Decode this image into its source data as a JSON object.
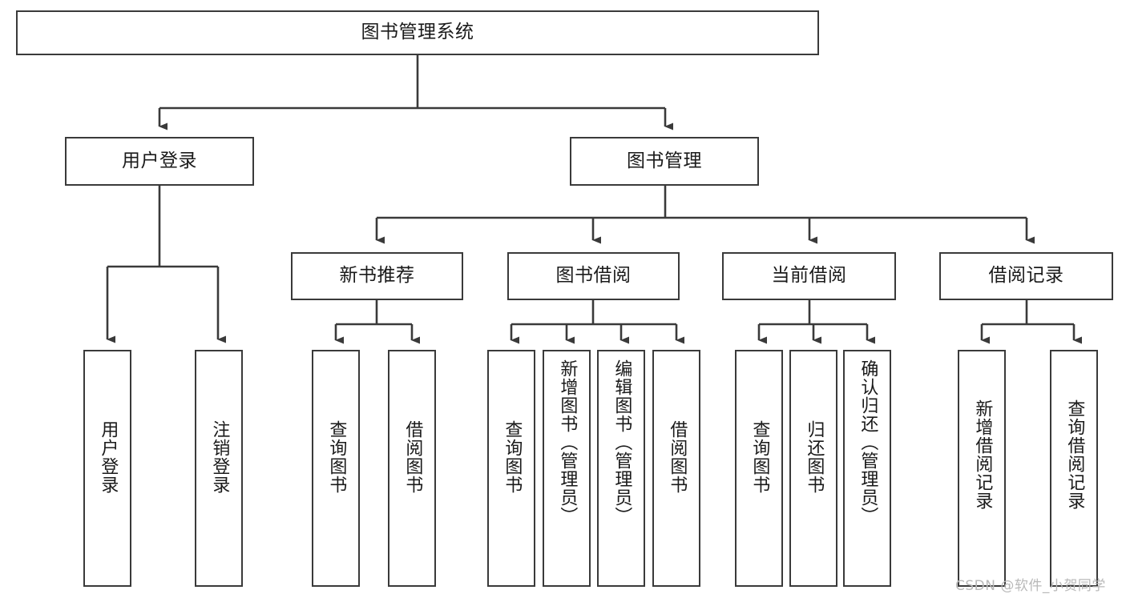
{
  "diagram": {
    "title": "图书管理系统",
    "type": "hierarchy-tree",
    "root": {
      "label": "图书管理系统"
    },
    "level1": [
      {
        "label": "用户登录"
      },
      {
        "label": "图书管理"
      }
    ],
    "level2": [
      {
        "label": "新书推荐",
        "parent": "图书管理"
      },
      {
        "label": "图书借阅",
        "parent": "图书管理"
      },
      {
        "label": "当前借阅",
        "parent": "图书管理"
      },
      {
        "label": "借阅记录",
        "parent": "图书管理"
      }
    ],
    "leaves": [
      {
        "label": "用户登录",
        "parent": "用户登录"
      },
      {
        "label": "注销登录",
        "parent": "用户登录"
      },
      {
        "label": "查询图书",
        "parent": "新书推荐"
      },
      {
        "label": "借阅图书",
        "parent": "新书推荐"
      },
      {
        "label": "查询图书",
        "parent": "图书借阅"
      },
      {
        "label": "新增图书（管理员）",
        "parent": "图书借阅"
      },
      {
        "label": "编辑图书（管理员）",
        "parent": "图书借阅"
      },
      {
        "label": "借阅图书",
        "parent": "图书借阅"
      },
      {
        "label": "查询图书",
        "parent": "当前借阅"
      },
      {
        "label": "归还图书",
        "parent": "当前借阅"
      },
      {
        "label": "确认归还（管理员）",
        "parent": "当前借阅"
      },
      {
        "label": "新增借阅记录",
        "parent": "借阅记录"
      },
      {
        "label": "查询借阅记录",
        "parent": "借阅记录"
      }
    ],
    "watermark": "CSDN @软件_小贺同学",
    "colors": {
      "stroke": "#3a3a3a",
      "fill": "#ffffff",
      "text": "#1a1a1a",
      "watermark": "#b9b9b9"
    }
  }
}
